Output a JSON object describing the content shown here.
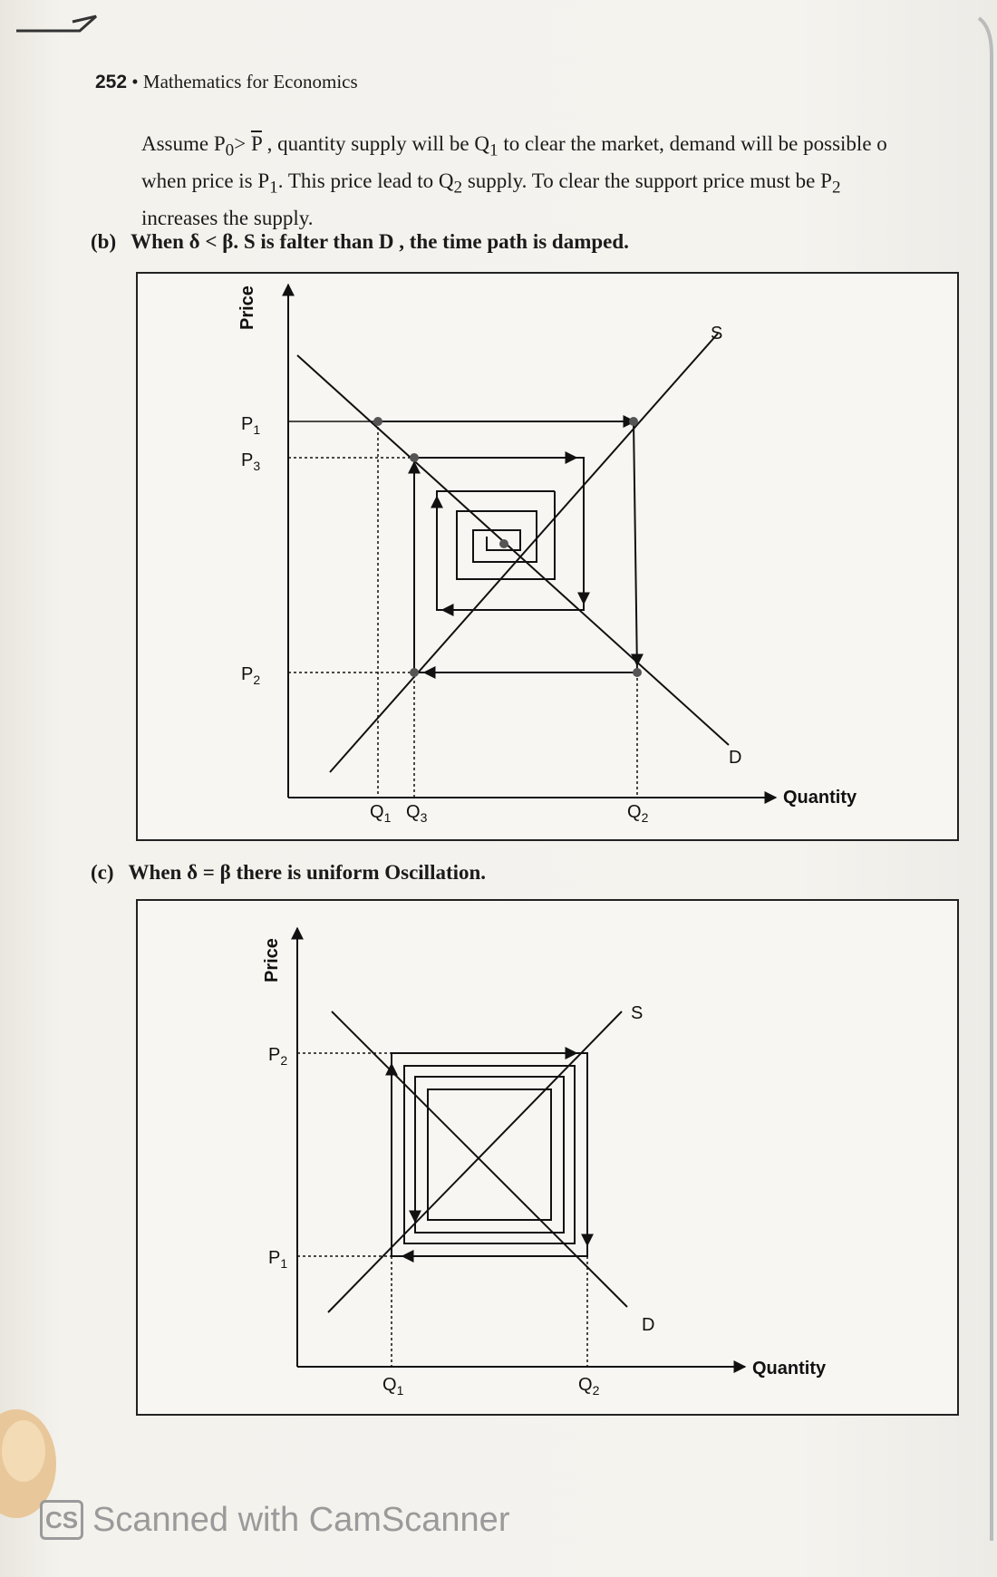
{
  "header": {
    "page_number": "252",
    "bullet": "•",
    "book_title": "Mathematics for Economics"
  },
  "paragraph": {
    "line1_a": "Assume P",
    "line1_sub0": "0",
    "line1_b": "> ",
    "line1_pbar": "P",
    "line1_c": " , quantity supply will be Q",
    "line1_sub1": "1",
    "line1_d": " to clear the market, demand will be possible o",
    "line2_a": "when price is P",
    "line2_sub1": "1",
    "line2_b": ". This price lead to Q",
    "line2_sub2": "2",
    "line2_c": " supply. To clear the support price must be P",
    "line2_sub3": "2",
    "line3": "increases the supply."
  },
  "section_b": {
    "label": "(b)",
    "text": "When δ < β. S is falter than D , the time path is damped."
  },
  "section_c": {
    "label": "(c)",
    "text": "When δ = β  there is uniform Oscillation."
  },
  "figure_b": {
    "y_axis_label": "Price",
    "x_axis_label": "Quantity",
    "supply_label": "S",
    "demand_label": "D",
    "price_labels": {
      "p1": "P",
      "p1_sub": "1",
      "p3": "P",
      "p3_sub": "3",
      "p2": "P",
      "p2_sub": "2"
    },
    "quantity_labels": {
      "q1": "Q",
      "q1_sub": "1",
      "q3": "Q",
      "q3_sub": "3",
      "q2": "Q",
      "q2_sub": "2"
    }
  },
  "figure_c": {
    "y_axis_label": "Price",
    "x_axis_label": "Quantity",
    "supply_label": "S",
    "demand_label": "D",
    "price_labels": {
      "p2": "P",
      "p2_sub": "2",
      "p1": "P",
      "p1_sub": "1"
    },
    "quantity_labels": {
      "q1": "Q",
      "q1_sub": "1",
      "q2": "Q",
      "q2_sub": "2"
    }
  },
  "watermark": {
    "logo": "CS",
    "text": "Scanned with CamScanner"
  }
}
